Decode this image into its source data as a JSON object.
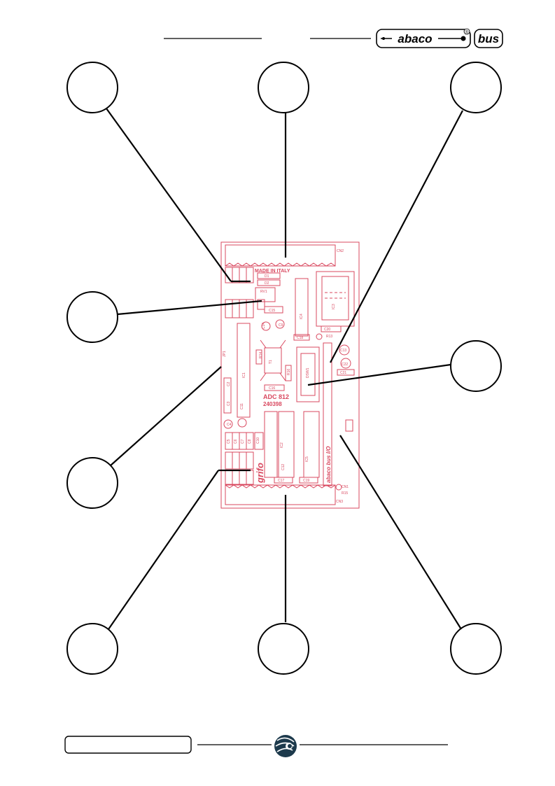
{
  "header": {
    "logo_abaco": "abaco",
    "logo_bus": "bus",
    "registered_mark": "®"
  },
  "board": {
    "made_in": "MADE IN ITALY",
    "model": "ADC 812",
    "code": "240398",
    "brand": "grifo",
    "vertical_brand": "abaco bus I/O",
    "component_labels": [
      "CN2",
      "CN3",
      "CN1",
      "D1",
      "D2",
      "RV1",
      "C15",
      "C14",
      "C9",
      "C18",
      "IC4",
      "IC3",
      "C20",
      "R13",
      "C13",
      "C21",
      "C22",
      "C11",
      "IC1",
      "C16",
      "DSW1",
      "IC2",
      "C17",
      "C19",
      "C12",
      "C4",
      "C5",
      "C6",
      "C7",
      "C8",
      "C10",
      "C3",
      "C2",
      "JP1",
      "R15",
      "T1",
      "R14",
      "R16",
      "IC5"
    ],
    "colors": {
      "trace": "#d9485f",
      "line": "#000000"
    }
  },
  "footer": {
    "box_label": "",
    "logo": "grifo-swirl-logo"
  }
}
